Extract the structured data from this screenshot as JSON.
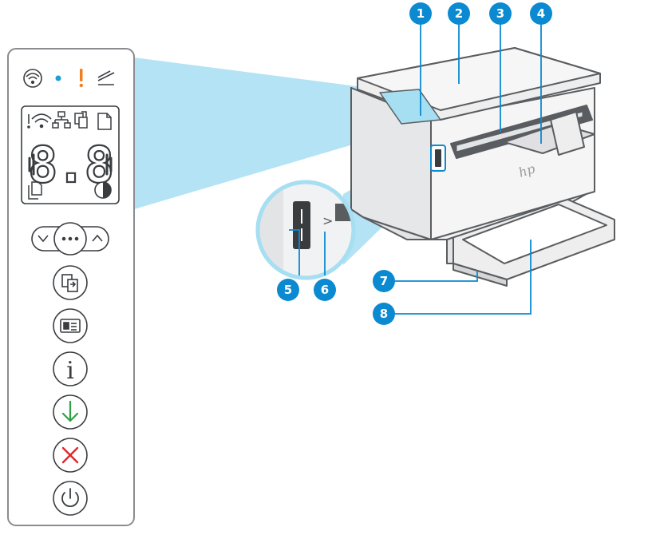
{
  "callouts": [
    {
      "id": "callout-1",
      "label": "1"
    },
    {
      "id": "callout-2",
      "label": "2"
    },
    {
      "id": "callout-3",
      "label": "3"
    },
    {
      "id": "callout-4",
      "label": "4"
    },
    {
      "id": "callout-5",
      "label": "5"
    },
    {
      "id": "callout-6",
      "label": "6"
    },
    {
      "id": "callout-7",
      "label": "7"
    },
    {
      "id": "callout-8",
      "label": "8"
    }
  ],
  "control_panel": {
    "status_icons": [
      "wifi-icon",
      "attention-dot-icon",
      "warning-exclamation-icon",
      "scan-lamp-icon"
    ],
    "display": {
      "digits": "8.8",
      "icons": [
        "wireless-bars-icon",
        "network-icon",
        "copy-icon",
        "paper-icon",
        "pages-icon",
        "toner-contrast-icon"
      ]
    },
    "buttons": [
      {
        "name": "nav-down-button",
        "icon": "chevron-down-icon"
      },
      {
        "name": "menu-button",
        "icon": "ellipsis-icon"
      },
      {
        "name": "nav-up-button",
        "icon": "chevron-up-icon"
      },
      {
        "name": "copy-button",
        "icon": "copy-icon"
      },
      {
        "name": "id-copy-button",
        "icon": "id-card-icon"
      },
      {
        "name": "information-button",
        "icon": "info-icon",
        "glyph": "i"
      },
      {
        "name": "resume-button",
        "icon": "down-arrow-icon"
      },
      {
        "name": "cancel-button",
        "icon": "x-icon"
      },
      {
        "name": "power-button",
        "icon": "power-icon"
      }
    ]
  },
  "printer": {
    "logo": "hp",
    "zoom_symbol": ">"
  },
  "colors": {
    "callout": "#0b8ad1",
    "highlight": "#a6def2",
    "outline": "#5a5d60",
    "printer_light": "#eeeeee",
    "printer_mid": "#d5d6d8",
    "resume_green": "#2ea043",
    "cancel_red": "#e0262c",
    "warning_orange": "#f07f1e",
    "dot_blue": "#1c9fd9"
  }
}
